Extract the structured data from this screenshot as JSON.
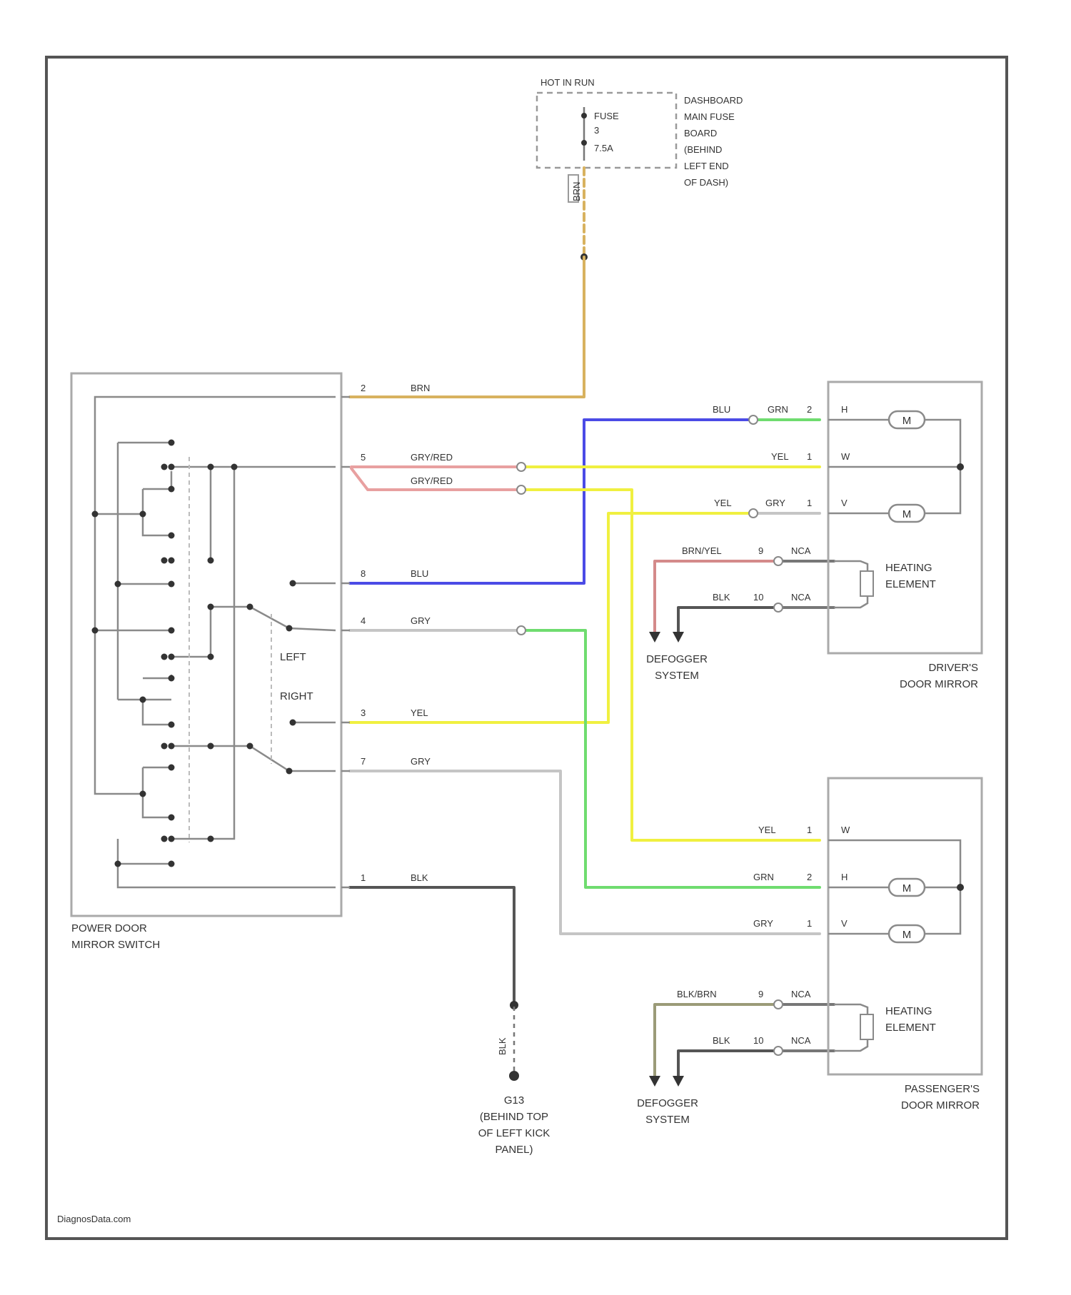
{
  "fuse_block": {
    "hot": "HOT IN RUN",
    "fuse_label": "FUSE",
    "fuse_number": "3",
    "fuse_rating": "7.5A",
    "location_lines": [
      "DASHBOARD",
      "MAIN FUSE",
      "BOARD",
      "(BEHIND",
      "LEFT END",
      "OF DASH)"
    ],
    "feed_wire": "BRN"
  },
  "switch": {
    "title_lines": [
      "POWER DOOR",
      "MIRROR SWITCH"
    ],
    "left_label": "LEFT",
    "right_label": "RIGHT",
    "pins": [
      {
        "num": "2",
        "wire": "BRN"
      },
      {
        "num": "5",
        "wire": "GRY/RED"
      },
      {
        "num": "",
        "wire": "GRY/RED"
      },
      {
        "num": "8",
        "wire": "BLU"
      },
      {
        "num": "4",
        "wire": "GRY"
      },
      {
        "num": "3",
        "wire": "YEL"
      },
      {
        "num": "7",
        "wire": "GRY"
      },
      {
        "num": "1",
        "wire": "BLK"
      }
    ]
  },
  "ground": {
    "wire": "BLK",
    "lines": [
      "G13",
      "(BEHIND TOP",
      "OF LEFT KICK",
      "PANEL)"
    ]
  },
  "drivers_mirror": {
    "title_lines": [
      "DRIVER'S",
      "DOOR MIRROR"
    ],
    "motor_label": "M",
    "heater_lines": [
      "HEATING",
      "ELEMENT"
    ],
    "terminals": [
      {
        "pin": "H",
        "num": "2",
        "wire_in": "BLU",
        "wire_out": "GRN"
      },
      {
        "pin": "W",
        "num": "1",
        "wire_in": "YEL",
        "wire_out": ""
      },
      {
        "pin": "V",
        "num": "1",
        "wire_in": "YEL",
        "wire_out": "GRY"
      }
    ],
    "heater_wires": [
      {
        "wire": "BRN/YEL",
        "num": "9",
        "note": "NCA"
      },
      {
        "wire": "BLK",
        "num": "10",
        "note": "NCA"
      }
    ]
  },
  "passengers_mirror": {
    "title_lines": [
      "PASSENGER'S",
      "DOOR MIRROR"
    ],
    "motor_label": "M",
    "heater_lines": [
      "HEATING",
      "ELEMENT"
    ],
    "terminals": [
      {
        "pin": "W",
        "num": "1",
        "wire": "YEL"
      },
      {
        "pin": "H",
        "num": "2",
        "wire": "GRN"
      },
      {
        "pin": "V",
        "num": "1",
        "wire": "GRY"
      }
    ],
    "heater_wires": [
      {
        "wire": "BLK/BRN",
        "num": "9",
        "note": "NCA"
      },
      {
        "wire": "BLK",
        "num": "10",
        "note": "NCA"
      }
    ]
  },
  "defogger_lines": [
    "DEFOGGER",
    "SYSTEM"
  ],
  "watermark": "DiagnosData.com",
  "colors": {
    "brn": "#d8b25f",
    "blu": "#4b4be6",
    "grn": "#6fdc6f",
    "yel": "#f0f040",
    "gry": "#bdbdbd",
    "blk": "#555555",
    "gry_red": "#e8a0a0",
    "brn_yel": "#d48a8a",
    "blk_brn": "#9b9b78"
  }
}
